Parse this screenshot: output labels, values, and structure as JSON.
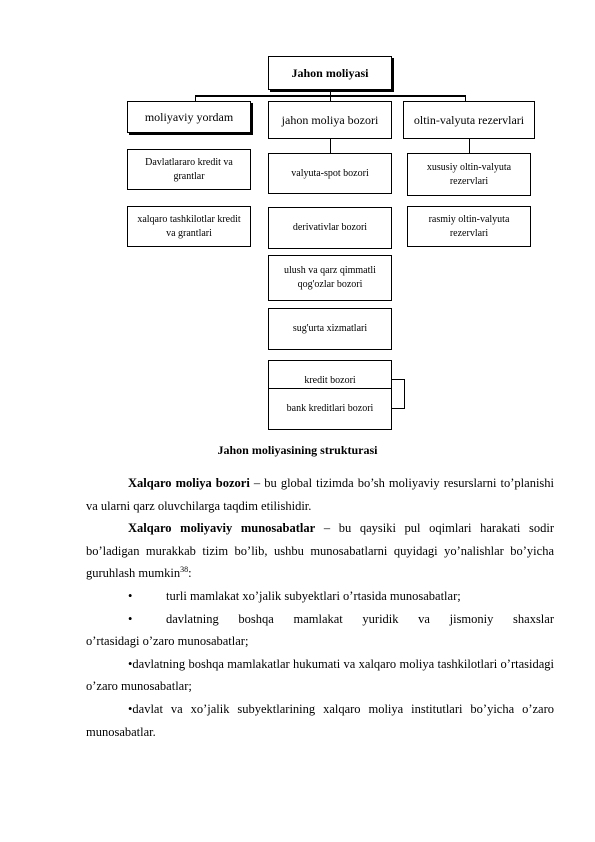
{
  "diagram": {
    "root": "Jahon moliyasi",
    "columns": [
      {
        "head": "moliyaviy  yordam",
        "children": [
          "Davlatlararo kredit va grantlar",
          "xalqaro tashkilotlar kredit va grantlari"
        ]
      },
      {
        "head": "jahon  moliya  bozori",
        "children": [
          "valyuta-spot bozori",
          "derivativlar bozori",
          "ulush va qarz qimmatli qog'ozlar bozori",
          "sug'urta xizmatlari",
          "kredit bozori",
          "bank kreditlari bozori"
        ]
      },
      {
        "head": "oltin-valyuta  rezervlari",
        "children": [
          "xususiy oltin-valyuta rezervlari",
          "rasmiy oltin-valyuta rezervlari"
        ]
      }
    ]
  },
  "caption": "Jahon moliyasining strukturasi",
  "paragraphs": {
    "p1_bold": "Xalqaro moliya bozori",
    "p1_text": " – bu global tizimda bo’sh moliyaviy resurslarni to’planishi va ularni qarz oluvchilarga taqdim etilishidir.",
    "p2_bold": "Xalqaro moliyaviy munosabatlar",
    "p2_text": " – bu qaysiki pul oqimlari harakati sodir bo’ladigan murakkab tizim bo’lib, ushbu munosabatlarni quyidagi yo’nalishlar bo’yicha guruhlash mumkin",
    "p2_sup": "38",
    "p2_end": ":"
  },
  "bullets": {
    "mark": "•",
    "b1": "turli mamlakat xo’jalik subyektlari o’rtasida munosabatlar;",
    "b2_start": "davlatning   boshqa   mamlakat   yuridik   va   jismoniy   shaxslar",
    "b2_end": "o’rtasidagi o’zaro munosabatlar;",
    "b3": "davlatning boshqa mamlakatlar hukumati va xalqaro moliya tashkilotlari o’rtasidagi o’zaro munosabatlar;",
    "b4": "davlat va xo’jalik subyektlarining xalqaro moliya institutlari bo’yicha o’zaro munosabatlar."
  }
}
